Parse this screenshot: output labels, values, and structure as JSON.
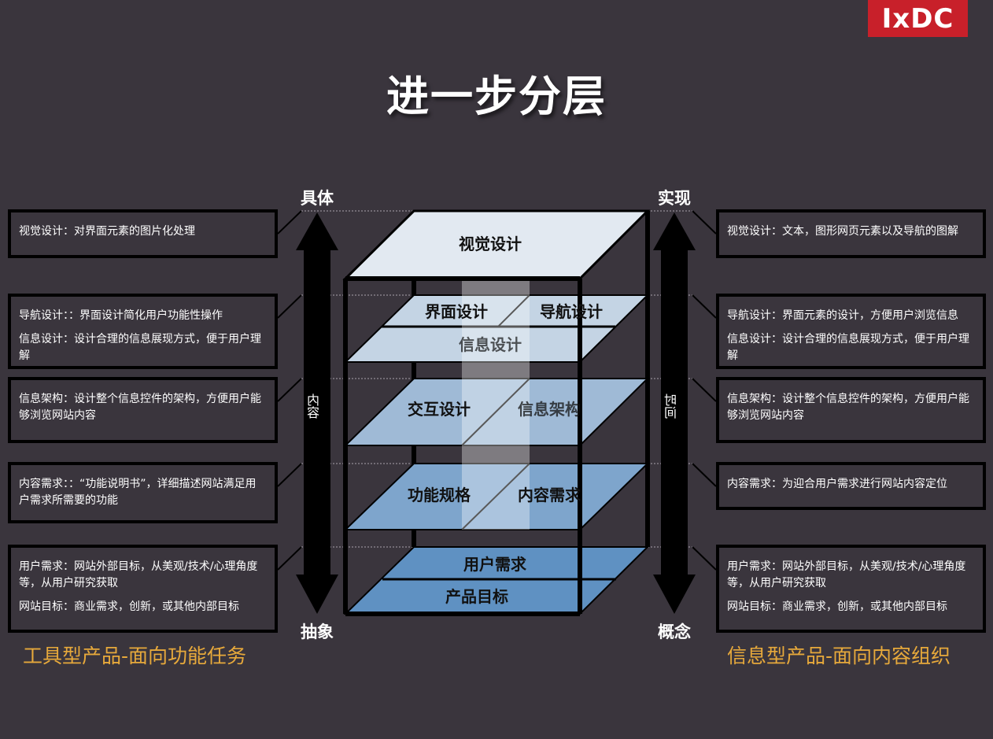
{
  "logo": {
    "text": "IxDC",
    "color": "#c8202a"
  },
  "title": "进一步分层",
  "left_axis": {
    "top_label": "具体",
    "bottom_label": "抽象",
    "middle_label": "内容"
  },
  "right_axis": {
    "top_label": "实现",
    "bottom_label": "概念",
    "middle_label": "时间"
  },
  "layers": {
    "visual": "视觉设计",
    "interface": "界面设计",
    "navigation": "导航设计",
    "info_design": "信息设计",
    "interaction": "交互设计",
    "info_arch": "信息架构",
    "func_spec": "功能规格",
    "content_req": "内容需求",
    "user_needs": "用户需求",
    "product_goal": "产品目标"
  },
  "left_boxes": [
    {
      "lines": [
        "视觉设计：对界面元素的图片化处理"
      ]
    },
    {
      "lines": [
        "导航设计：：界面设计简化用户功能性操作",
        "信息设计：设计合理的信息展现方式，便于用户理解"
      ]
    },
    {
      "lines": [
        "信息架构：设计整个信息控件的架构，方便用户能够浏览网站内容"
      ]
    },
    {
      "lines": [
        "内容需求：：“功能说明书”，详细描述网站满足用户需求所需要的功能"
      ]
    },
    {
      "lines": [
        "用户需求：网站外部目标，从美观/技术/心理角度等，从用户研究获取",
        "网站目标：商业需求，创新，或其他内部目标"
      ]
    }
  ],
  "right_boxes": [
    {
      "lines": [
        "视觉设计：文本，图形网页元素以及导航的图解"
      ]
    },
    {
      "lines": [
        "导航设计：界面元素的设计，方便用户浏览信息",
        "信息设计：设计合理的信息展现方式，便于用户理解"
      ]
    },
    {
      "lines": [
        "信息架构：设计整个信息控件的架构，方便用户能够浏览网站内容"
      ]
    },
    {
      "lines": [
        "内容需求：为迎合用户需求进行网站内容定位"
      ]
    },
    {
      "lines": [
        "用户需求：网站外部目标，从美观/技术/心理角度等，从用户研究获取",
        "网站目标：商业需求，创新，或其他内部目标"
      ]
    }
  ],
  "categories": {
    "left": "工具型产品-面向功能任务",
    "right": "信息型产品-面向内容组织",
    "color": "#e7a93b"
  },
  "colors": {
    "background": "#3a353d",
    "layer_top": "#e2e9f1",
    "layer_2": "#c4d4e4",
    "layer_3": "#9fbad6",
    "layer_4": "#7ea5cc",
    "layer_5": "#5f91c2",
    "highlight": "#ffffff"
  }
}
